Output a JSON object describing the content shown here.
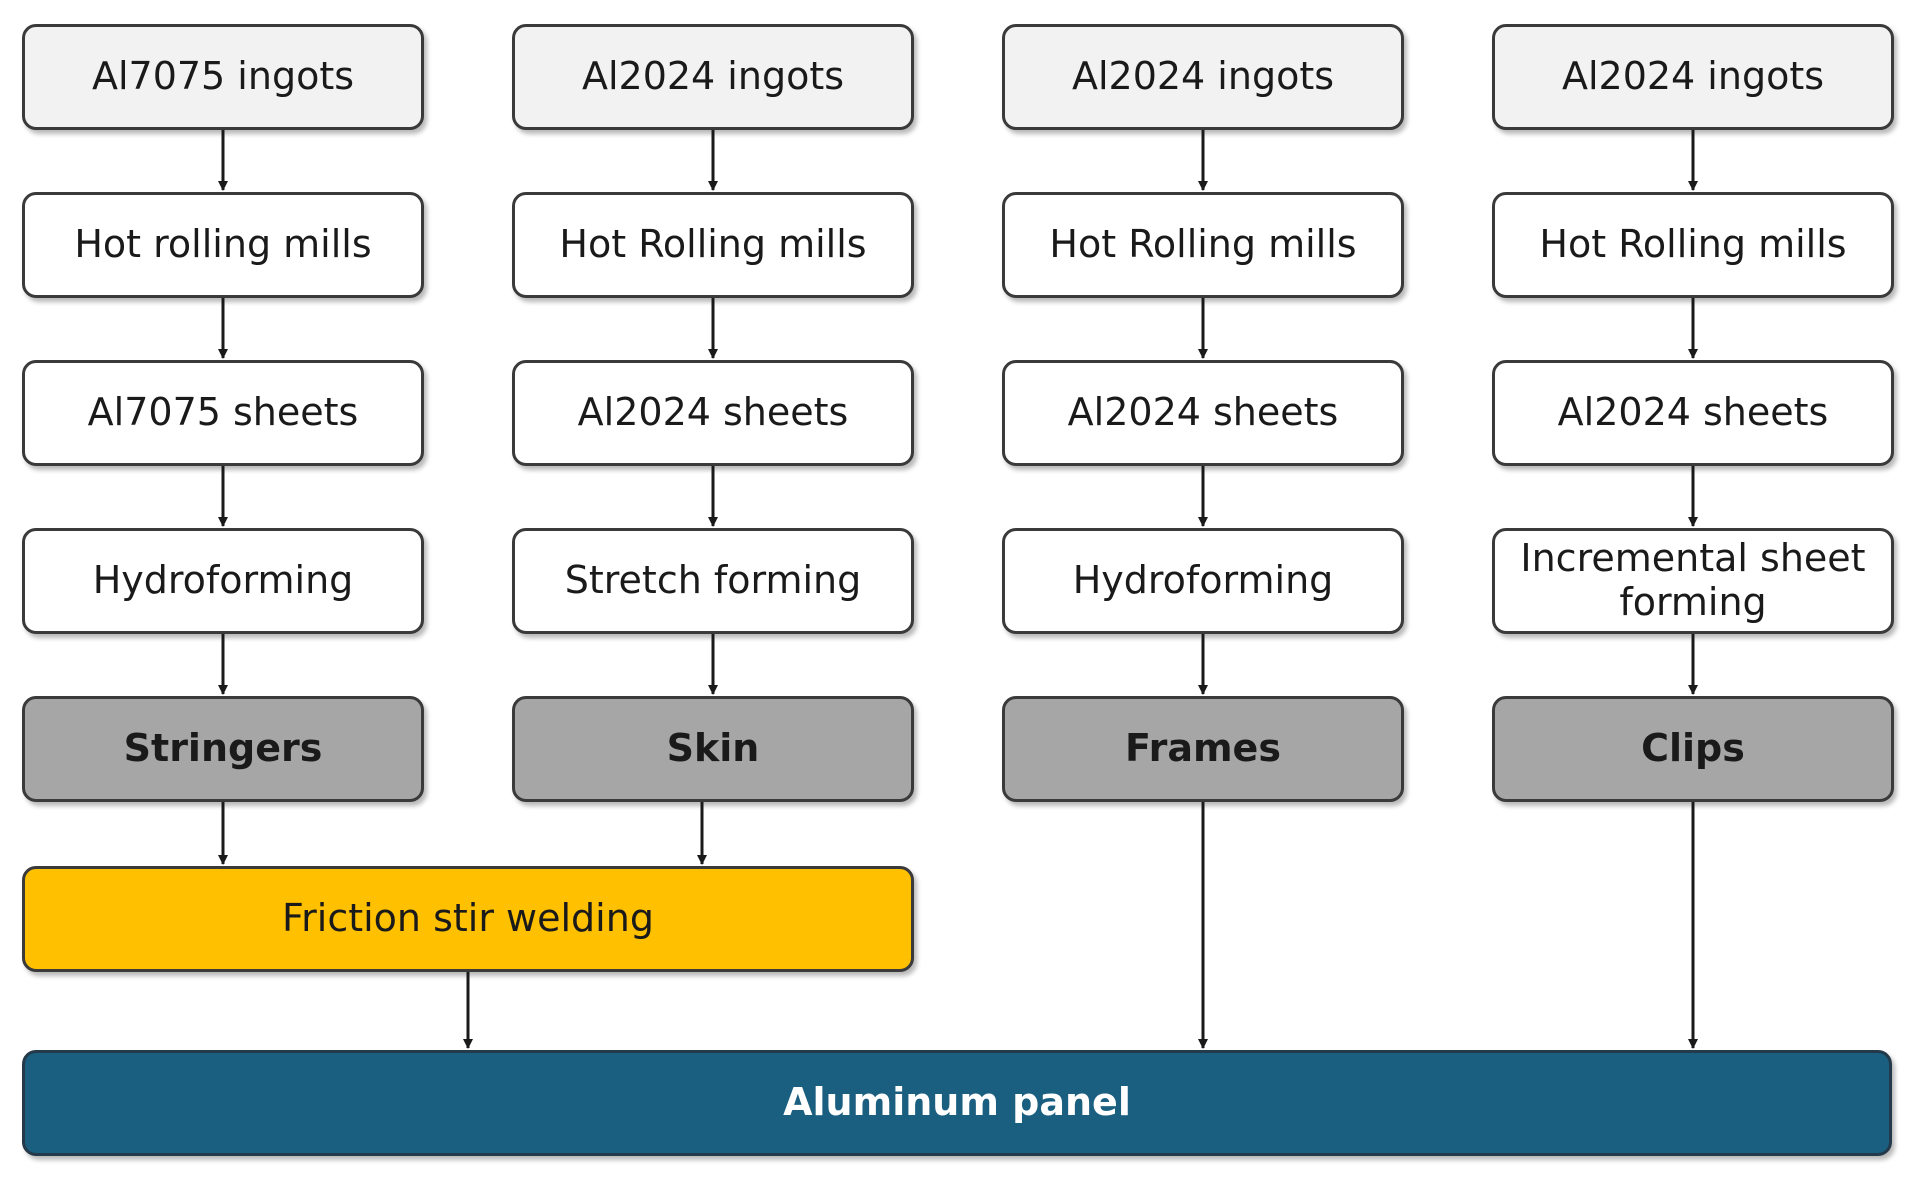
{
  "columns": [
    {
      "ingot": "Al7075 ingots",
      "rolling": "Hot rolling mills",
      "sheets": "Al7075 sheets",
      "forming": "Hydroforming",
      "part": "Stringers"
    },
    {
      "ingot": "Al2024 ingots",
      "rolling": "Hot Rolling mills",
      "sheets": "Al2024 sheets",
      "forming": "Stretch forming",
      "part": "Skin"
    },
    {
      "ingot": "Al2024 ingots",
      "rolling": "Hot Rolling mills",
      "sheets": "Al2024 sheets",
      "forming": "Hydroforming",
      "part": "Frames"
    },
    {
      "ingot": "Al2024 ingots",
      "rolling": "Hot Rolling mills",
      "sheets": "Al2024 sheets",
      "forming": "Incremental sheet forming",
      "part": "Clips"
    }
  ],
  "welding": "Friction stir welding",
  "panel": "Aluminum panel",
  "colors": {
    "ingot_fill": "#f2f2f2",
    "part_fill": "#a6a6a6",
    "welding_fill": "#ffc000",
    "panel_fill": "#1a5e80",
    "arrow": "#1a1a1a"
  }
}
